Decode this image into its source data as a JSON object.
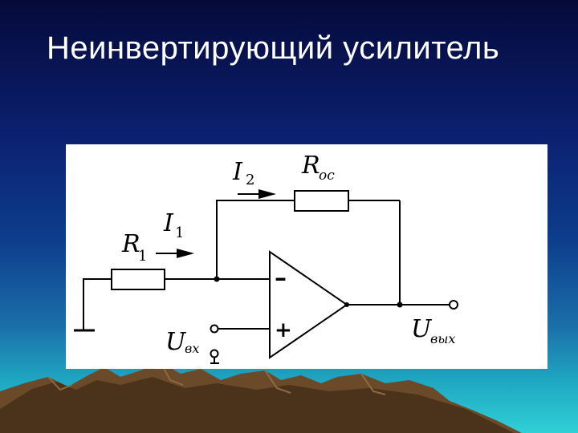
{
  "slide": {
    "title": "Неинвертирующий усилитель"
  },
  "circuit": {
    "labels": {
      "i2": {
        "main": "I",
        "sub": "2"
      },
      "r_fb": {
        "main": "R",
        "sub": "ос"
      },
      "i1": {
        "main": "I",
        "sub": "1"
      },
      "r1": {
        "main": "R",
        "sub": "1"
      },
      "minus": "–",
      "plus": "+",
      "u_in": {
        "main": "U",
        "sub": "вх"
      },
      "u_out": {
        "main": "U",
        "sub": "вых"
      }
    }
  }
}
